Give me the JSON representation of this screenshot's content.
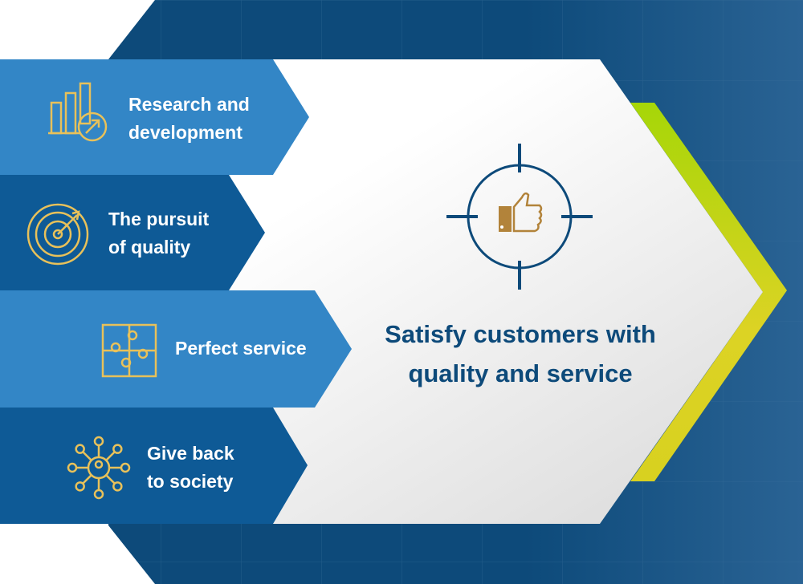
{
  "colors": {
    "dark_blue": "#0e5a96",
    "light_blue": "#3386c6",
    "navy": "#0d4a7a",
    "gold": "#e8c15a",
    "green": "#a6d608",
    "yellow": "#dcd324"
  },
  "items": [
    {
      "line1": "Research and",
      "line2": "development",
      "icon": "chart-growth-icon"
    },
    {
      "line1": "The pursuit",
      "line2": "of quality",
      "icon": "target-arrow-icon"
    },
    {
      "line1": "Perfect service",
      "icon": "puzzle-icon"
    },
    {
      "line1": "Give back",
      "line2": "to society",
      "icon": "network-people-icon"
    }
  ],
  "center": {
    "line1": "Satisfy customers with",
    "line2": "quality and service",
    "icon": "thumbs-up-crosshair-icon"
  }
}
